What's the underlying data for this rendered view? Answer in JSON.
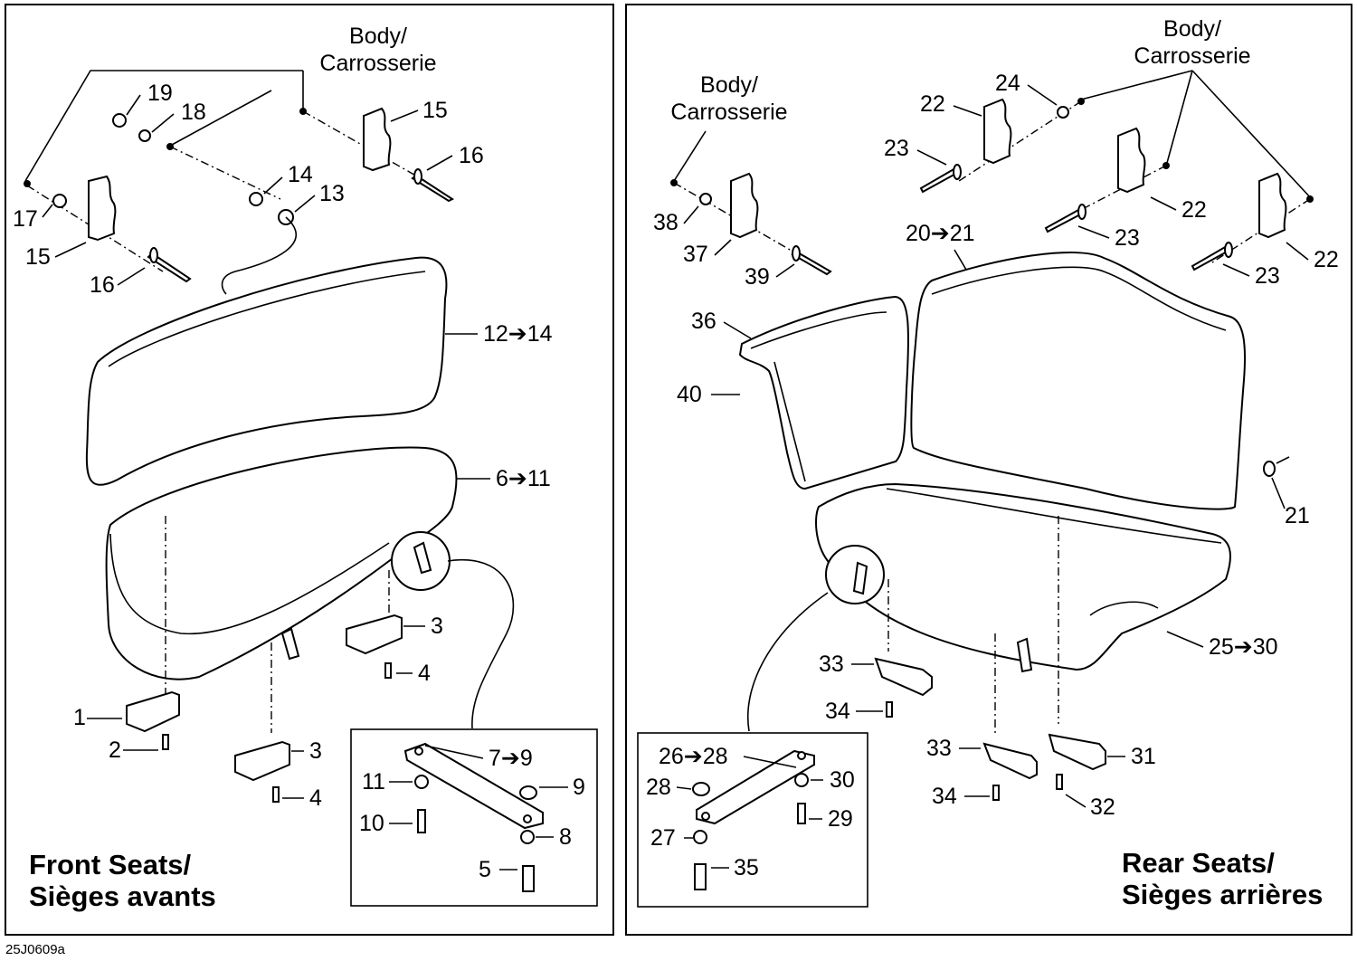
{
  "front": {
    "title_line1": "Front Seats/",
    "title_line2": "Sièges avants",
    "body_line1": "Body/",
    "body_line2": "Carrosserie",
    "callouts": [
      "19",
      "18",
      "15",
      "16",
      "14",
      "13",
      "17",
      "15",
      "16",
      "12➔14",
      "6➔11",
      "3",
      "4",
      "1",
      "2",
      "3",
      "4",
      "7➔9",
      "11",
      "9",
      "10",
      "8",
      "5"
    ]
  },
  "rear": {
    "title_line1": "Rear Seats/",
    "title_line2": "Sièges arrières",
    "body_left_line1": "Body/",
    "body_left_line2": "Carrosserie",
    "body_right_line1": "Body/",
    "body_right_line2": "Carrosserie",
    "callouts": [
      "24",
      "22",
      "23",
      "22",
      "23",
      "22",
      "23",
      "38",
      "37",
      "39",
      "20➔21",
      "36",
      "40",
      "21",
      "25➔30",
      "33",
      "34",
      "26➔28",
      "30",
      "28",
      "29",
      "27",
      "35",
      "33",
      "31",
      "34",
      "32"
    ]
  },
  "figure_code": "25J0609a"
}
